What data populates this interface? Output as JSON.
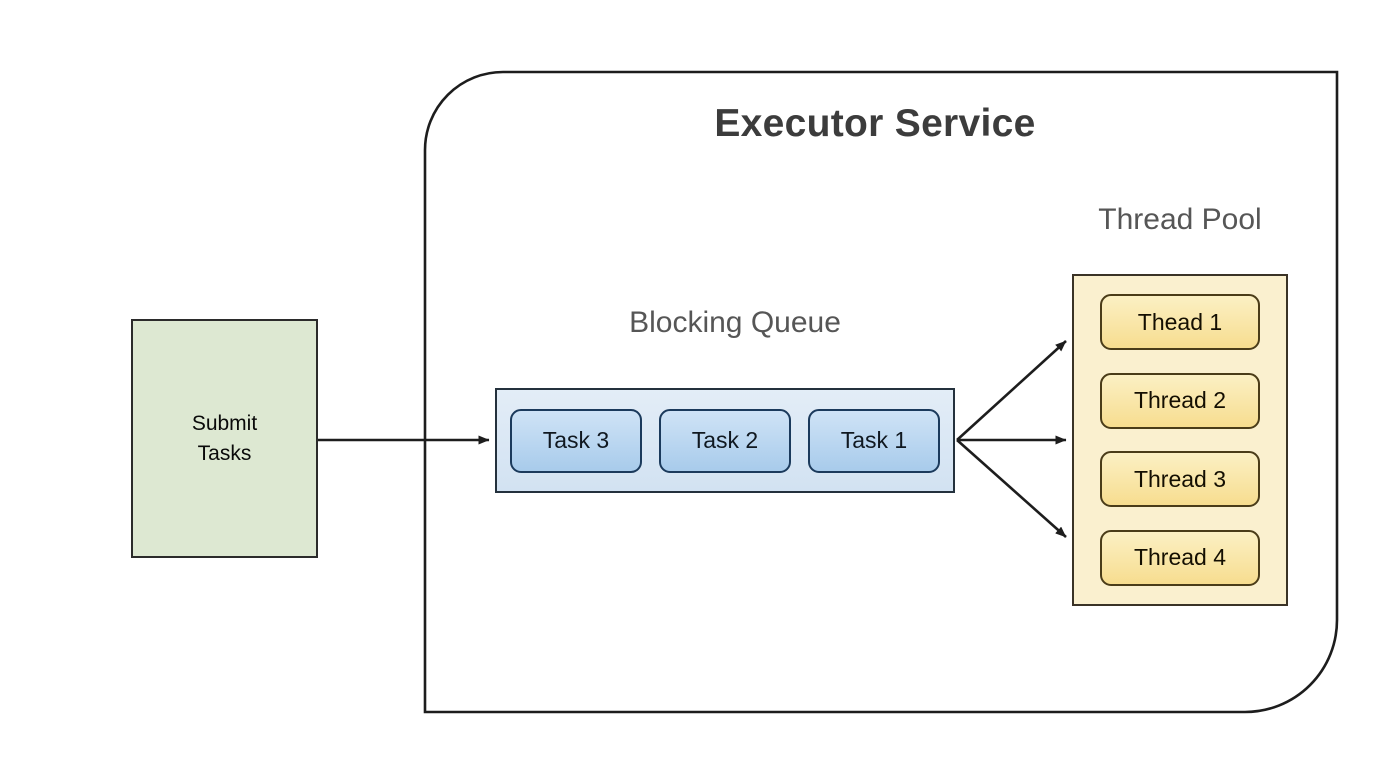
{
  "diagram": {
    "title": "Executor Service",
    "colors": {
      "submit_fill": "#dde8d2",
      "queue_fill": "#d2e2f2",
      "task_fill": "#a8cbeb",
      "pool_fill": "#faf0cf",
      "thread_fill": "#f7dd8f",
      "stroke": "#2b2b2b",
      "label_text": "#565656",
      "title_text": "#3c3c3c"
    },
    "submit": {
      "label": "Submit\nTasks",
      "name": "Submit Tasks"
    },
    "queue": {
      "title": "Blocking Queue",
      "tasks": [
        {
          "label": "Task 3"
        },
        {
          "label": "Task 2"
        },
        {
          "label": "Task 1"
        }
      ]
    },
    "thread_pool": {
      "title": "Thread Pool",
      "threads": [
        {
          "label": "Thead 1"
        },
        {
          "label": "Thread 2"
        },
        {
          "label": "Thread 3"
        },
        {
          "label": "Thread 4"
        }
      ]
    },
    "connections": [
      {
        "from": "Submit Tasks",
        "to": "Blocking Queue",
        "style": "arrow"
      },
      {
        "from": "Blocking Queue",
        "to": "Thead 1",
        "style": "arrow"
      },
      {
        "from": "Blocking Queue",
        "to": "Thread 2",
        "style": "arrow"
      },
      {
        "from": "Blocking Queue",
        "to": "Thread 4",
        "style": "arrow"
      }
    ]
  }
}
